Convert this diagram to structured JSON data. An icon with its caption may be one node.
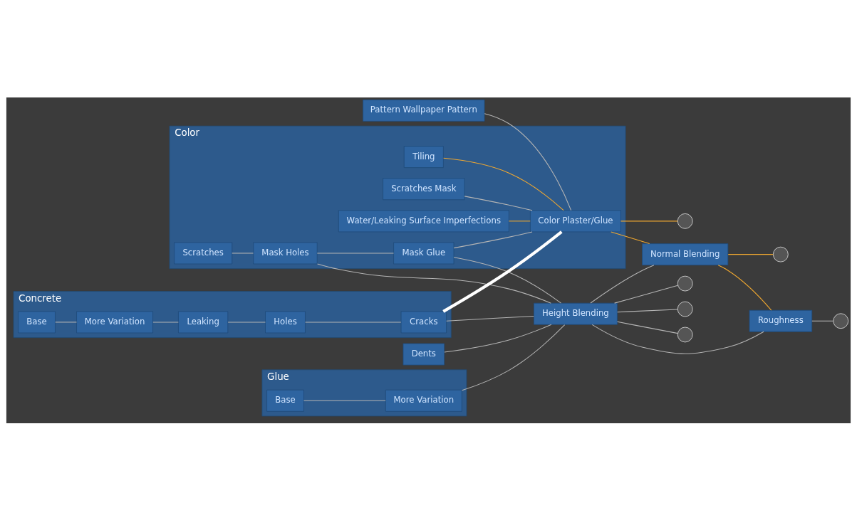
{
  "diagram": {
    "nodes": [
      {
        "text": [
          "Pattern Wallpaper Pattern"
        ]
      },
      {
        "text": [
          "Color"
        ]
      },
      {
        "text": [
          "Scratches"
        ],
        "in": 1
      },
      {
        "text": [
          "Water/Leaking Surface Imperfections"
        ],
        "in": 1
      },
      {
        "text": [
          "Tiling"
        ],
        "in": 1
      },
      {
        "text": [
          "Mask Holes"
        ],
        "in": 1
      },
      {
        "text": [
          "Mask Glue"
        ],
        "in": 1
      },
      {
        "text": [
          "Scratches Mask"
        ],
        "in": 1
      },
      {
        "text": [
          "Color Plaster/Glue"
        ],
        "in": 1
      },
      {
        "text": [
          "Dents"
        ]
      },
      {
        "text": [
          "Height Blending"
        ]
      },
      {
        "text": [
          "Normal Blending"
        ]
      },
      {
        "text": [
          "Roughness"
        ]
      },
      {
        "text": [
          "Concrete"
        ]
      },
      {
        "text": [
          "Base"
        ],
        "in": 13
      },
      {
        "text": [
          "More Variation"
        ],
        "in": 13
      },
      {
        "text": [
          "Leaking"
        ],
        "in": 13
      },
      {
        "text": [
          "Holes"
        ],
        "in": 13
      },
      {
        "text": [
          "Cracks"
        ],
        "in": 13
      },
      {
        "text": [
          "Glue"
        ]
      },
      {
        "text": [
          "Base"
        ],
        "in": 19
      },
      {
        "text": [
          "More Variation"
        ],
        "in": 19
      },
      {
        "text": [],
        "shape": "circle"
      },
      {
        "text": [],
        "shape": "circle"
      },
      {
        "text": [],
        "shape": "circle"
      },
      {
        "text": [],
        "shape": "circle"
      },
      {
        "text": [],
        "shape": "circle"
      },
      {
        "text": [],
        "shape": "circle"
      }
    ],
    "edges": [
      {
        "from": 0,
        "to": 8,
        "arrow": "none"
      },
      {
        "from": 2,
        "to": 5,
        "arrow": "none"
      },
      {
        "from": 3,
        "to": 8,
        "arrow": "none",
        "color": "#f0a830"
      },
      {
        "from": 4,
        "to": 8,
        "arrow": "none",
        "color": "#f0a830"
      },
      {
        "from": 5,
        "to": 6,
        "arrow": "none"
      },
      {
        "from": 6,
        "to": 8,
        "arrow": "none"
      },
      {
        "from": 7,
        "to": 8,
        "arrow": "none"
      },
      {
        "from": 5,
        "to": 10,
        "arrow": "none"
      },
      {
        "from": 6,
        "to": 10,
        "arrow": "none"
      },
      {
        "from": 9,
        "to": 10,
        "arrow": "none"
      },
      {
        "from": 14,
        "to": 15,
        "arrow": "none"
      },
      {
        "from": 15,
        "to": 16,
        "arrow": "none"
      },
      {
        "from": 16,
        "to": 17,
        "arrow": "none"
      },
      {
        "from": 17,
        "to": 18,
        "arrow": "none"
      },
      {
        "from": 18,
        "to": 8,
        "arrow": "none",
        "style": "thick",
        "color": "#ffffff"
      },
      {
        "from": 18,
        "to": 10,
        "arrow": "none"
      },
      {
        "from": 20,
        "to": 21,
        "arrow": "none"
      },
      {
        "from": 21,
        "to": 10,
        "arrow": "none"
      },
      {
        "from": 10,
        "to": 11,
        "arrow": "none"
      },
      {
        "from": 10,
        "to": 12,
        "arrow": "none"
      },
      {
        "from": 11,
        "to": 8,
        "arrow": "none",
        "color": "#f0a830"
      },
      {
        "from": 11,
        "to": 12,
        "arrow": "none",
        "color": "#f0a830"
      },
      {
        "from": 8,
        "to": 22,
        "arrow": "none",
        "color": "#f0a830"
      },
      {
        "from": 11,
        "to": 23,
        "arrow": "none",
        "color": "#f0a830"
      },
      {
        "from": 12,
        "to": 24,
        "arrow": "none"
      },
      {
        "from": 10,
        "to": 25,
        "arrow": "none"
      },
      {
        "from": 10,
        "to": 26,
        "arrow": "none"
      },
      {
        "from": 10,
        "to": 27,
        "arrow": "none"
      }
    ]
  }
}
